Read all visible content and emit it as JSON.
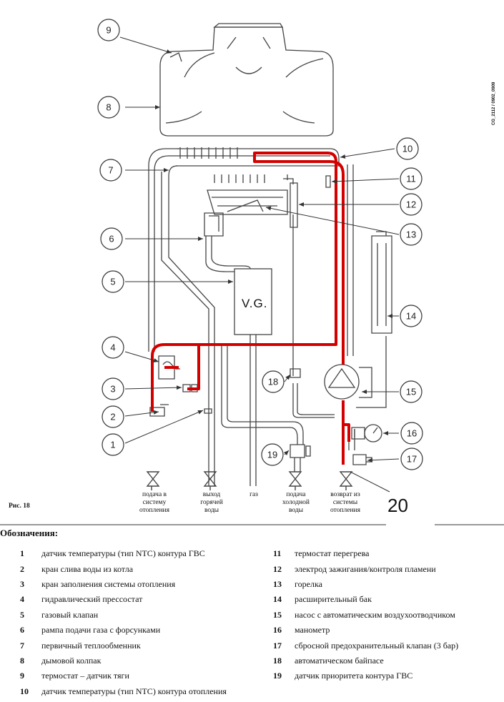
{
  "figure": {
    "fig_label": "Рис. 18",
    "code": "CG_2112 / 0902_0909",
    "valve_label": "V.G.",
    "extra_label": "20",
    "callouts": [
      "1",
      "2",
      "3",
      "4",
      "5",
      "6",
      "7",
      "8",
      "9",
      "10",
      "11",
      "12",
      "13",
      "14",
      "15",
      "16",
      "17",
      "18",
      "19"
    ],
    "ports": [
      [
        "подача в",
        "систему",
        "отопления"
      ],
      [
        "выход",
        "горячей",
        "воды"
      ],
      [
        "газ"
      ],
      [
        "подача",
        "холодной",
        "воды"
      ],
      [
        "возврат из",
        "системы",
        "отопления"
      ]
    ],
    "colors": {
      "line": "#444444",
      "heating_circuit": "#d40000"
    }
  },
  "legend": {
    "title": "Обозначения:",
    "items": [
      {
        "num": "1",
        "text": "датчик температуры (тип NTC) контура ГВС"
      },
      {
        "num": "2",
        "text": "кран слива воды из котла"
      },
      {
        "num": "3",
        "text": "кран заполнения системы отопления"
      },
      {
        "num": "4",
        "text": "гидравлический прессостат"
      },
      {
        "num": "5",
        "text": "газовый клапан"
      },
      {
        "num": "6",
        "text": "рампа подачи газа с форсунками"
      },
      {
        "num": "7",
        "text": "первичный теплообменник"
      },
      {
        "num": "8",
        "text": "дымовой колпак"
      },
      {
        "num": "9",
        "text": "термостат – датчик тяги"
      },
      {
        "num": "10",
        "text": "датчик температуры (тип NTC) контура отопления"
      },
      {
        "num": "11",
        "text": "термостат перегрева"
      },
      {
        "num": "12",
        "text": "электрод зажигания/контроля пламени"
      },
      {
        "num": "13",
        "text": "горелка"
      },
      {
        "num": "14",
        "text": "расширительный бак"
      },
      {
        "num": "15",
        "text": "насос с автоматическим воздухоотводчиком"
      },
      {
        "num": "16",
        "text": "манометр"
      },
      {
        "num": "17",
        "text": "сбросной предохранительный клапан (3 бар)"
      },
      {
        "num": "18",
        "text": "автоматическом байпасе"
      },
      {
        "num": "19",
        "text": "датчик приоритета контура ГВС"
      }
    ]
  }
}
